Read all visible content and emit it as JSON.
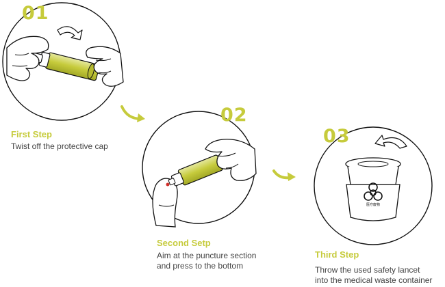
{
  "colors": {
    "accent": "#c6cb3c",
    "text": "#444444",
    "outline": "#111111"
  },
  "steps": [
    {
      "number": "01",
      "title": "First Step",
      "desc_lines": [
        "Twist off the protective cap"
      ],
      "icon": "twist-cap-illustration"
    },
    {
      "number": "02",
      "title": "Second Setp",
      "desc_lines": [
        "Aim at the puncture section",
        "and press to the bottom"
      ],
      "icon": "press-finger-illustration"
    },
    {
      "number": "03",
      "title": "Third Step",
      "desc_lines": [
        "Throw the used safety lancet",
        "into the medical waste container"
      ],
      "icon": "biohazard-container-illustration"
    }
  ],
  "container_label": "医疗废物"
}
